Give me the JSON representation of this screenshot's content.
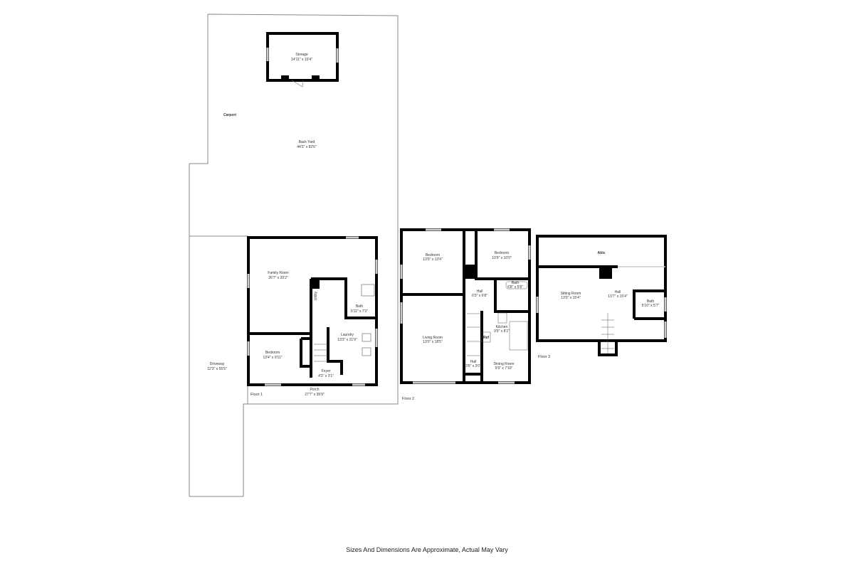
{
  "exterior": {
    "storage": {
      "name": "Storage",
      "dim": "14'11\" x 10'4\""
    },
    "carport": {
      "name": "Carport"
    },
    "back_yard": {
      "name": "Back Yard",
      "dim": "44'3\" x 82'6\""
    },
    "driveway": {
      "name": "Driveway",
      "dim": "12'3\" x 55'5\""
    }
  },
  "floor1": {
    "label": "Floor 1",
    "family_room": {
      "name": "Family Room",
      "dim": "26'7\" x 20'2\""
    },
    "utility": {
      "name": "Utility"
    },
    "bath": {
      "name": "Bath",
      "dim": "5'11\" x 7'1\""
    },
    "laundry": {
      "name": "Laundry",
      "dim": "13'3\" x 21'9\""
    },
    "bedroom": {
      "name": "Bedroom",
      "dim": "13'4\" x 9'11\""
    },
    "foyer": {
      "name": "Foyer",
      "dim": "4'3\" x 3'1\""
    },
    "porch": {
      "name": "Porch",
      "dim": "27'7\" x 35'9\""
    }
  },
  "floor2": {
    "label": "Floor 2",
    "bedroom1": {
      "name": "Bedroom",
      "dim": "13'0\" x 13'4\""
    },
    "bedroom2": {
      "name": "Bedroom",
      "dim": "10'9\" x 10'0\""
    },
    "hall": {
      "name": "Hall",
      "dim": "6'3\" x 6'8\""
    },
    "bath": {
      "name": "Bath",
      "dim": "6'8\" x 5'8\""
    },
    "living_room": {
      "name": "Living Room",
      "dim": "13'0\" x 18'5\""
    },
    "kitchen": {
      "name": "Kitchen",
      "dim": "9'9\" x 8'1\""
    },
    "ref": {
      "name": "Ref"
    },
    "hall2": {
      "name": "Hall",
      "dim": "3'6\" x 3'0\""
    },
    "dining_room": {
      "name": "Dining Room",
      "dim": "9'9\" x 7'10\""
    }
  },
  "floor3": {
    "label": "Floor 3",
    "attic": {
      "name": "Attic"
    },
    "sitting_room": {
      "name": "Sitting Room",
      "dim": "13'0\" x 15'4\""
    },
    "hall": {
      "name": "Hall",
      "dim": "13'7\" x 15'4\""
    },
    "bath": {
      "name": "Bath",
      "dim": "5'10\" x 5'7\""
    }
  },
  "footer": "Sizes And Dimensions Are Approximate, Actual May Vary"
}
